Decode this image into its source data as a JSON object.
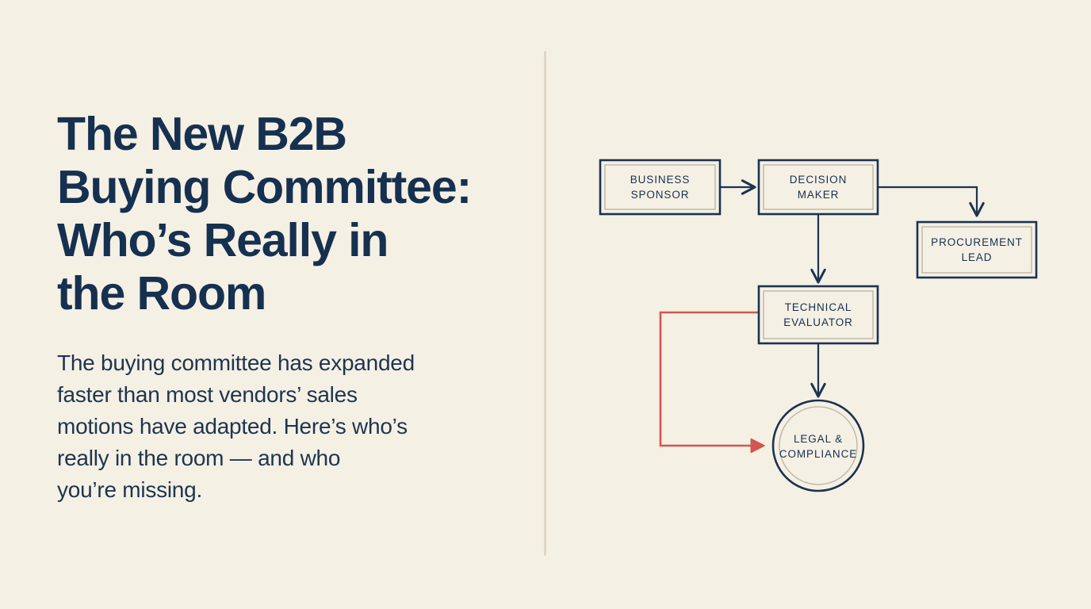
{
  "slide": {
    "background_color": "#f5f0e4",
    "accent_navy": "#16304f",
    "accent_red": "#d1564f",
    "divider_color": "#ded7c7"
  },
  "headline": "The New B2B\nBuying Committee:\nWho’s Really in\nthe Room",
  "subcopy": "The buying committee has expanded\nfaster than most vendors’ sales\nmotions have adapted. Here’s who’s\nreally in the room — and who\nyou’re missing.",
  "diagram": {
    "type": "flowchart",
    "nodes": [
      {
        "id": "business_sponsor",
        "label_line1": "BUSINESS",
        "label_line2": "SPONSOR",
        "shape": "double-rect"
      },
      {
        "id": "decision_maker",
        "label_line1": "DECISION",
        "label_line2": "MAKER",
        "shape": "double-rect"
      },
      {
        "id": "procurement_lead",
        "label_line1": "PROCUREMENT",
        "label_line2": "LEAD",
        "shape": "double-rect"
      },
      {
        "id": "technical_evaluator",
        "label_line1": "TECHNICAL",
        "label_line2": "EVALUATOR",
        "shape": "double-rect"
      },
      {
        "id": "legal_compliance",
        "label_line1": "LEGAL &",
        "label_line2": "COMPLIANCE",
        "shape": "double-circle"
      }
    ],
    "edges": [
      {
        "from": "business_sponsor",
        "to": "decision_maker",
        "color": "navy"
      },
      {
        "from": "decision_maker",
        "to": "procurement_lead",
        "color": "navy"
      },
      {
        "from": "decision_maker",
        "to": "technical_evaluator",
        "color": "navy"
      },
      {
        "from": "technical_evaluator",
        "to": "legal_compliance",
        "color": "navy"
      },
      {
        "from": "technical_evaluator",
        "to": "legal_compliance",
        "color": "red"
      }
    ]
  }
}
